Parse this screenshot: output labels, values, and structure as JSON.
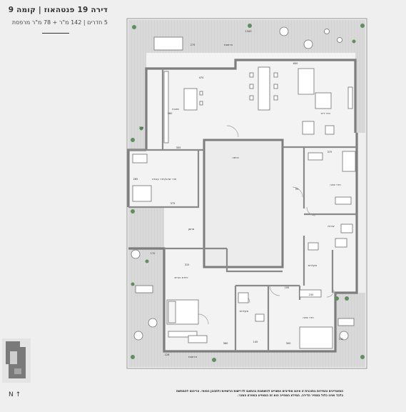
{
  "header": {
    "title": "דירה 19 פנטהאוז | קומה 9",
    "subtitle": "5 חדרים | 142 מ\"ר + 78 מ\"ר מרפסת"
  },
  "rooms": {
    "terrace_top": "מרפסת",
    "terrace_bottom": "מרפסת",
    "kitchen": "מטבח",
    "living": "חדר דיור",
    "entry": "כניסה",
    "work_room": "חדר שינה/חדר עבודה",
    "bedroom_right": "חדר שינה",
    "bedroom_lower": "חדר שינה",
    "master_suite": "יחידת הורים",
    "shower_left": "מקלחת",
    "shower_right": "מקלחת",
    "laundry": "שירות",
    "storage": "מחסן"
  },
  "dimensions": {
    "d1": "1343",
    "d2": "600",
    "d3": "470",
    "d4": "275",
    "d5": "360",
    "d6": "355",
    "d7": "265",
    "d8": "375",
    "d9": "718",
    "d10": "170",
    "d11": "315",
    "d12": "195",
    "d13": "360",
    "d14": "145",
    "d15": "300",
    "d16": "135",
    "d17": "126",
    "d18": "95",
    "d19": "375",
    "d20": "235"
  },
  "north_label": "N ↑",
  "disclaimer": "המאפיינים והמידות בתוכנית זו אינם מחייבים ועשויים להשתנות בהתאם לדרישות הרשויות ולתכנון הסופי. הריהוט להמחשה בלבד ואינו כלול במחיר הדירה. המידע המחייב הוא זה המופיע במפרט המכר."
}
